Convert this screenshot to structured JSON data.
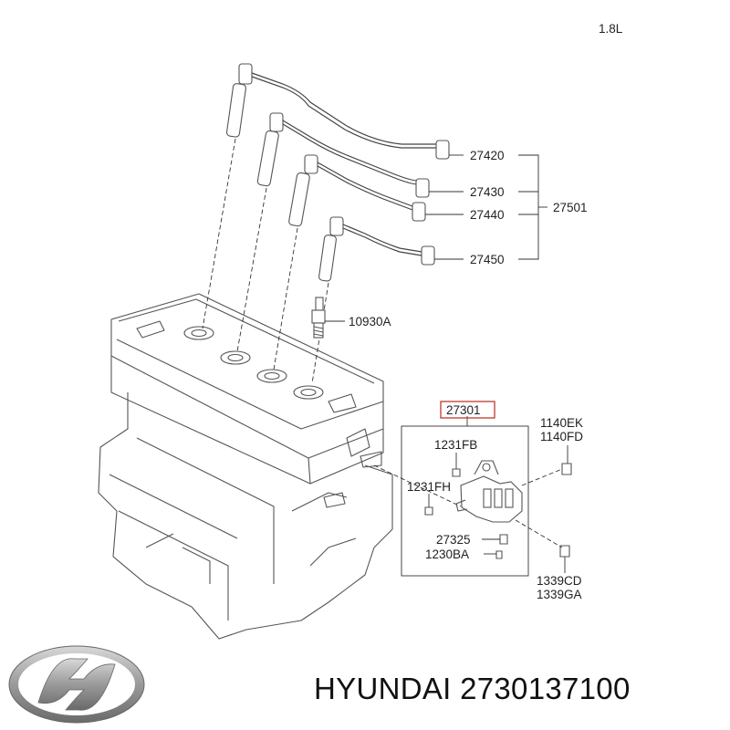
{
  "variant_label": "1.8L",
  "parts": {
    "p27420": "27420",
    "p27430": "27430",
    "p27440": "27440",
    "p27450": "27450",
    "p27501": "27501",
    "p10930A": "10930A",
    "p27301": "27301",
    "p1140EK": "1140EK",
    "p1140FD": "1140FD",
    "p1231FB": "1231FB",
    "p1231FH": "1231FH",
    "p27325": "27325",
    "p1230BA": "1230BA",
    "p1339CD": "1339CD",
    "p1339GA": "1339GA"
  },
  "highlight_color": "#c0392b",
  "brand_caption": "HYUNDAI 2730137100",
  "logo_icon": "hyundai-logo-icon"
}
